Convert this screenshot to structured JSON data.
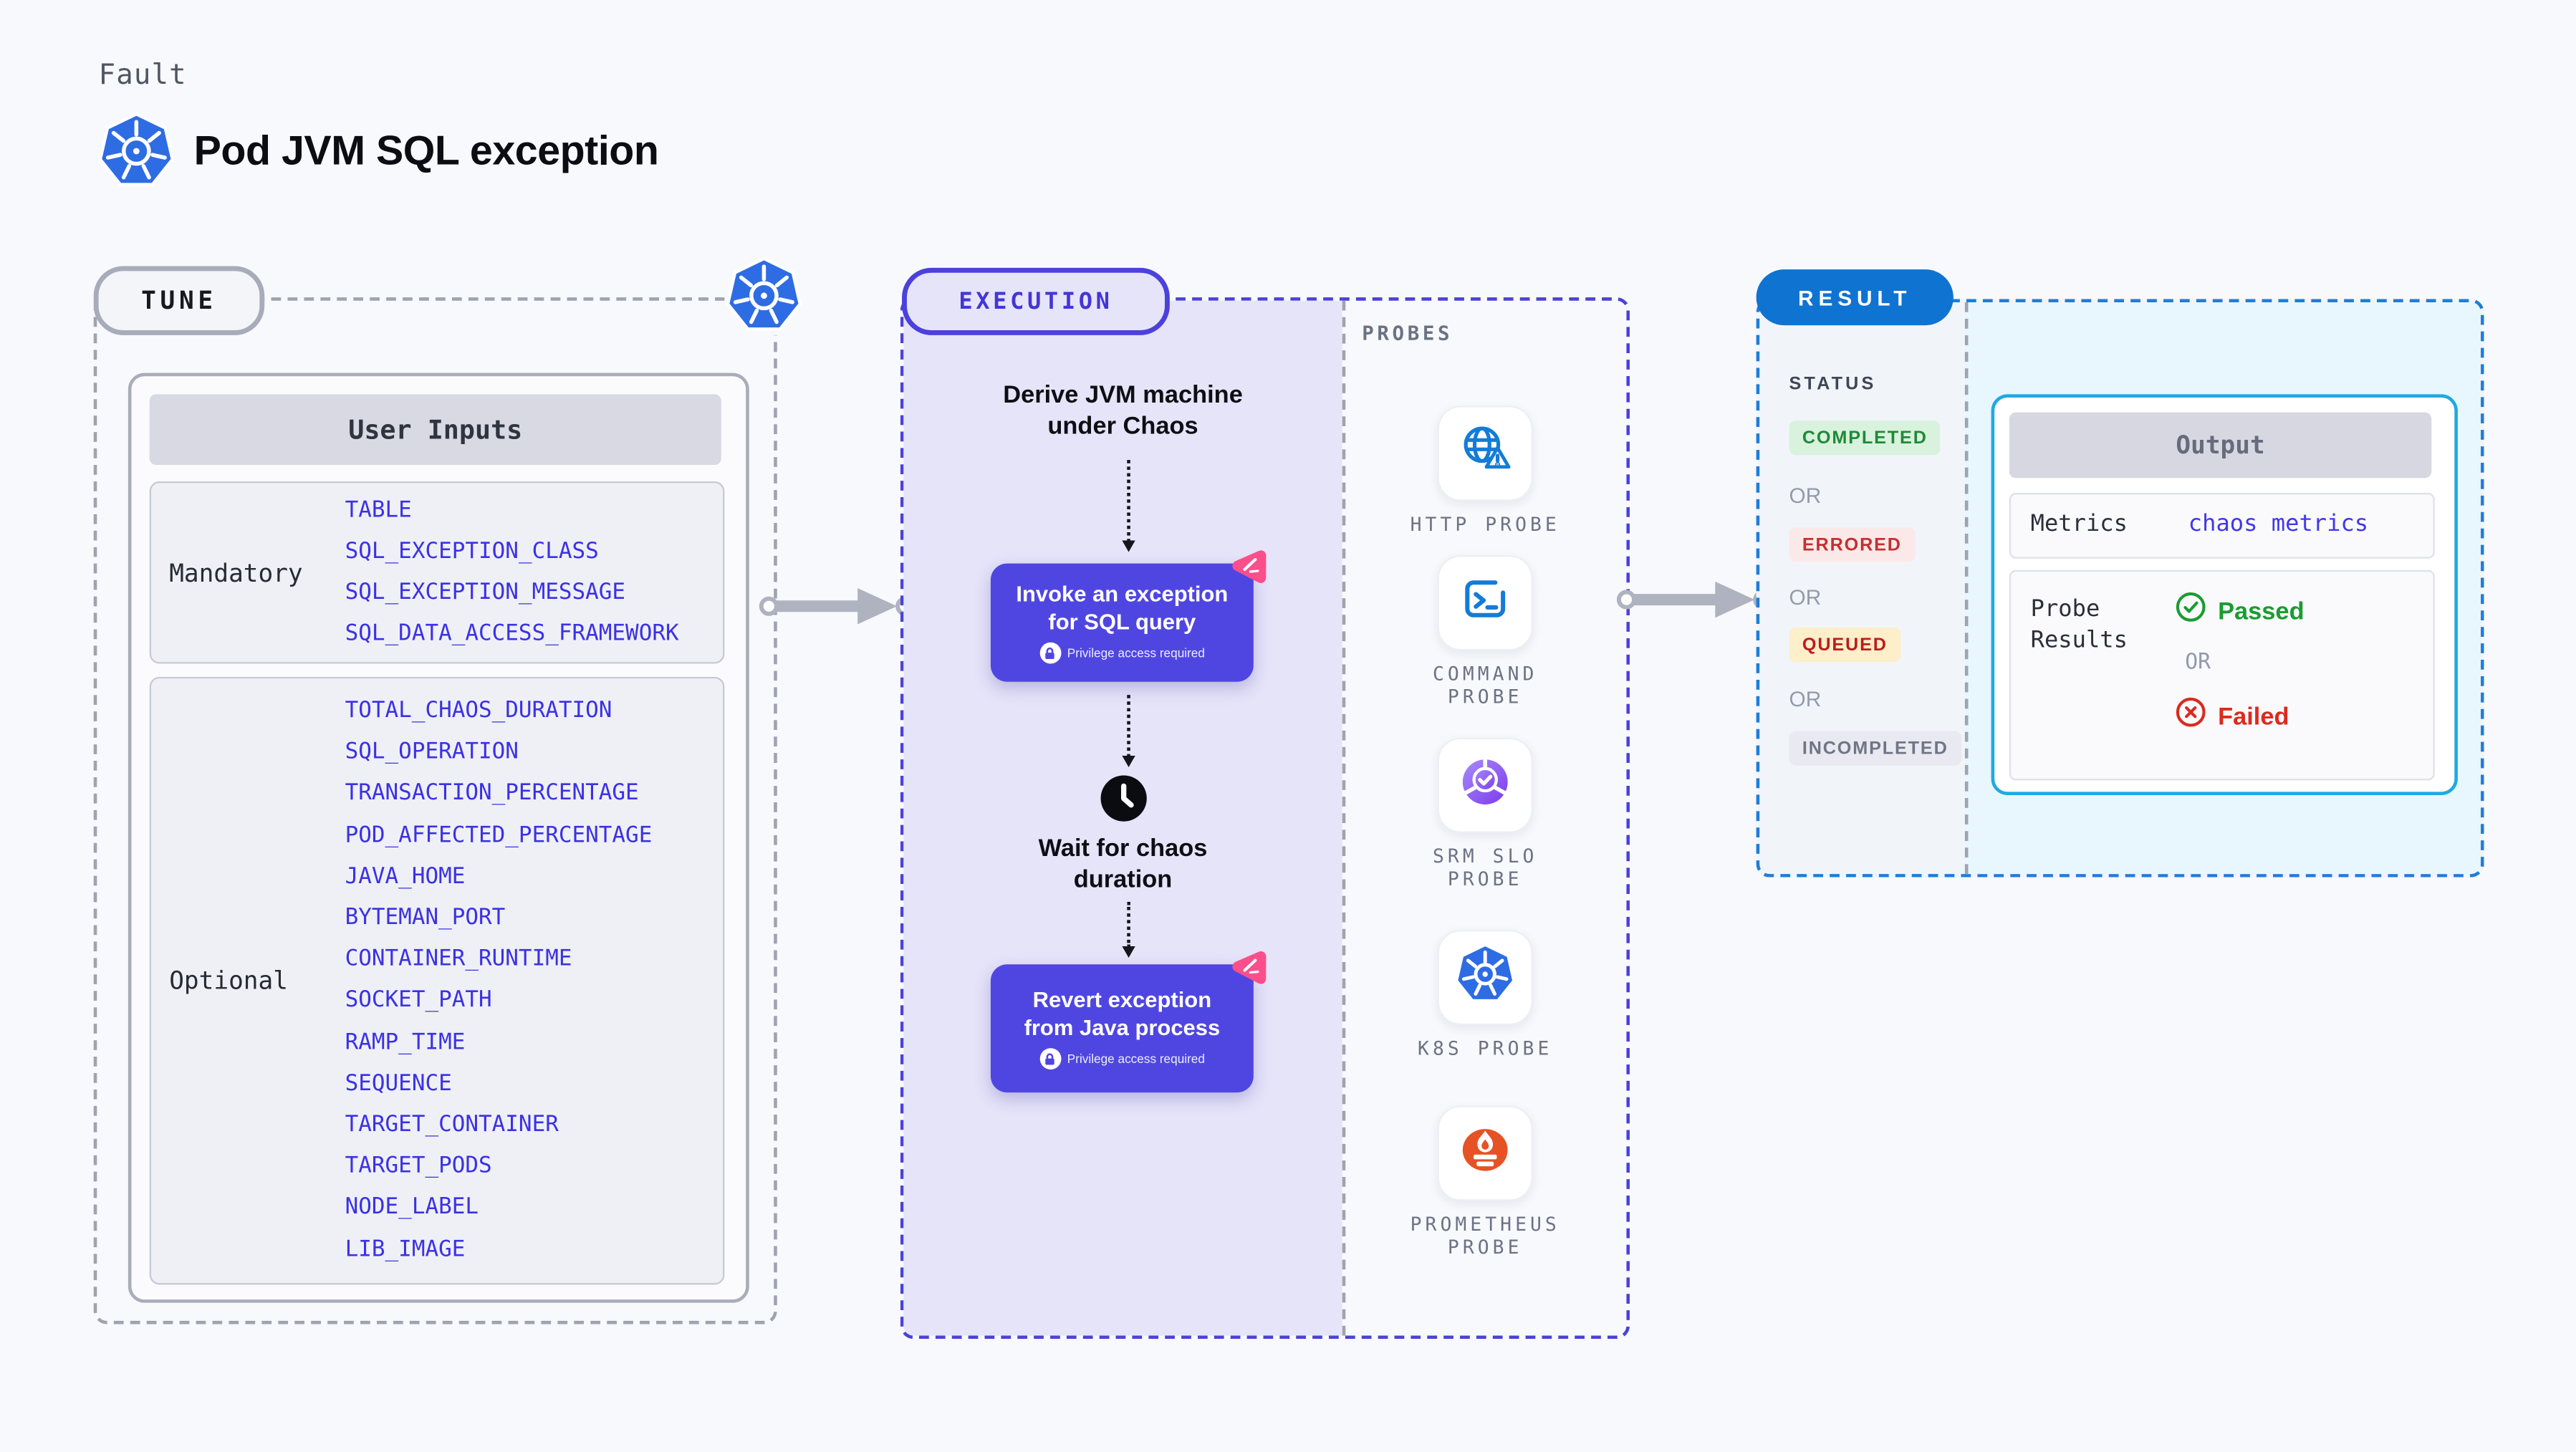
{
  "header": {
    "eyebrow": "Fault",
    "title": "Pod JVM SQL exception"
  },
  "tune": {
    "pill": "TUNE",
    "table_header": "User Inputs",
    "mandatory_label": "Mandatory",
    "mandatory_items": [
      "TABLE",
      "SQL_EXCEPTION_CLASS",
      "SQL_EXCEPTION_MESSAGE",
      "SQL_DATA_ACCESS_FRAMEWORK"
    ],
    "optional_label": "Optional",
    "optional_items": [
      "TOTAL_CHAOS_DURATION",
      "SQL_OPERATION",
      "TRANSACTION_PERCENTAGE",
      "POD_AFFECTED_PERCENTAGE",
      "JAVA_HOME",
      "BYTEMAN_PORT",
      "CONTAINER_RUNTIME",
      "SOCKET_PATH",
      "RAMP_TIME",
      "SEQUENCE",
      "TARGET_CONTAINER",
      "TARGET_PODS",
      "NODE_LABEL",
      "LIB_IMAGE"
    ]
  },
  "execution": {
    "pill": "EXECUTION",
    "derive_text": "Derive JVM machine\nunder Chaos",
    "invoke_title": "Invoke an exception\nfor SQL query",
    "wait_text": "Wait for chaos\nduration",
    "revert_title": "Revert exception\nfrom Java process",
    "privilege_note": "Privilege access required"
  },
  "probes": {
    "panel_label": "PROBES",
    "items": [
      {
        "label": "HTTP PROBE",
        "icon": "globe-alert-icon"
      },
      {
        "label": "COMMAND\nPROBE",
        "icon": "terminal-icon"
      },
      {
        "label": "SRM SLO\nPROBE",
        "icon": "slo-donut-icon"
      },
      {
        "label": "K8S PROBE",
        "icon": "kubernetes-icon"
      },
      {
        "label": "PROMETHEUS\nPROBE",
        "icon": "prometheus-icon"
      }
    ]
  },
  "result": {
    "pill": "RESULT",
    "status_label": "STATUS",
    "or": "OR",
    "statuses": [
      {
        "label": "COMPLETED",
        "fg": "#1E8A37",
        "bg": "#D9F2DE"
      },
      {
        "label": "ERRORED",
        "fg": "#C62F2F",
        "bg": "#FBE9E9"
      },
      {
        "label": "QUEUED",
        "fg": "#C01B1B",
        "bg": "#FCEFC9"
      },
      {
        "label": "INCOMPLETED",
        "fg": "#6F7487",
        "bg": "#E9EAF1"
      }
    ],
    "output": {
      "header": "Output",
      "metrics_label": "Metrics",
      "metrics_value": "chaos metrics",
      "probe_results_label": "Probe\nResults",
      "passed": "Passed",
      "failed": "Failed"
    }
  },
  "colors": {
    "page_bg": "#F8F9FC",
    "accent_indigo": "#4B41DB",
    "block_indigo": "#4F46E2",
    "lavender": "#E6E4F9",
    "env_link_blue": "#3B31E5",
    "result_blue": "#0F73D2",
    "result_dash_blue": "#1E7DD8",
    "output_border_cyan": "#1FA9E2",
    "output_bg_cyan": "#E8F6FD",
    "badge_pink": "#FB4E8A",
    "k8s_blue": "#2E6CE4",
    "probe_icon_blue": "#137CD8",
    "prometheus_orange": "#E75225",
    "slo_purple": "#7C3AED",
    "passed_green": "#1A9C32",
    "failed_red": "#DB2A1F"
  }
}
